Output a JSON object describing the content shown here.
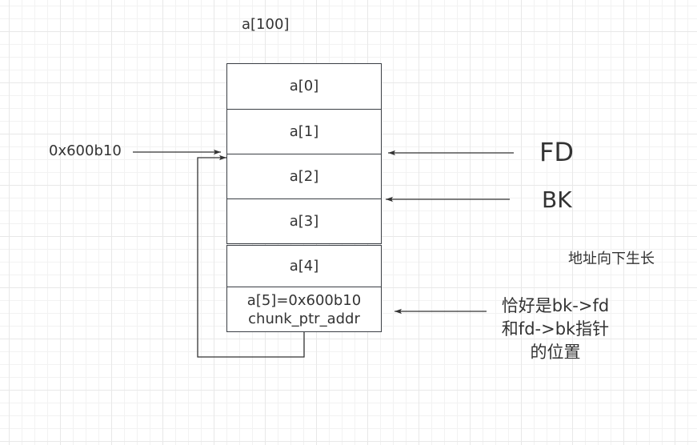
{
  "diagram": {
    "title": "a[100]",
    "cells": [
      {
        "id": "a0",
        "label": "a[0]"
      },
      {
        "id": "a1",
        "label": "a[1]"
      },
      {
        "id": "a2",
        "label": "a[2]"
      },
      {
        "id": "a3",
        "label": "a[3]"
      },
      {
        "id": "a4",
        "label": "a[4]"
      },
      {
        "id": "a5",
        "lines": [
          "a[5]=0x600b10",
          "chunk_ptr_addr"
        ]
      }
    ],
    "labels": {
      "address": "0x600b10",
      "fd": "FD",
      "bk": "BK",
      "growth_note": "地址向下生长",
      "position_note": [
        "恰好是bk->fd",
        "和fd->bk指针",
        "的位置"
      ]
    },
    "edges": [
      {
        "from": "address-label",
        "to": "a1/a2 boundary",
        "style": "arrow"
      },
      {
        "from": "fd-label",
        "to": "a1/a2 boundary",
        "style": "arrow"
      },
      {
        "from": "bk-label",
        "to": "a2/a3 boundary",
        "style": "arrow"
      },
      {
        "from": "position-note",
        "to": "a5",
        "style": "arrow"
      },
      {
        "from": "a5",
        "to": "a1/a2 boundary",
        "style": "orthogonal-loop-arrow"
      }
    ],
    "colors": {
      "stroke": "#3a3e44",
      "text": "#333333",
      "grid_minor": "#f2f2f2",
      "grid_major": "#e8e8e8"
    }
  }
}
